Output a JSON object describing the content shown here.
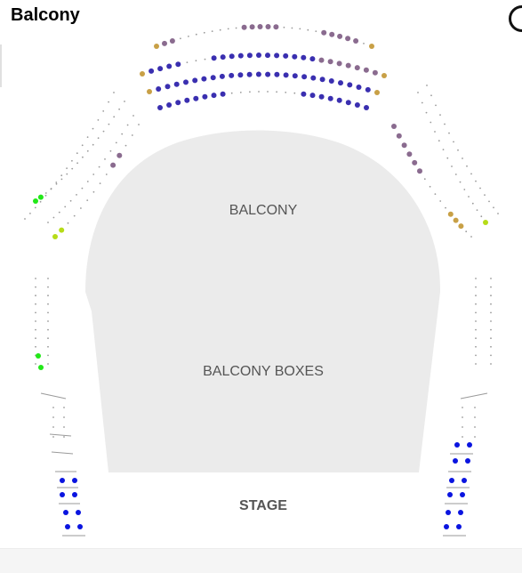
{
  "header": {
    "title": "Balcony"
  },
  "map": {
    "labels": {
      "balcony": "BALCONY",
      "balcony_boxes": "BALCONY BOXES",
      "stage": "STAGE"
    },
    "colors": {
      "floor": "#ebebeb",
      "unavailable": "#9a9a9a",
      "navy": "#3a2fb0",
      "blue": "#0a14e0",
      "mauve": "#8a6b8f",
      "gold": "#c8a046",
      "green": "#22e818",
      "yellow_green": "#b6dc18"
    },
    "icons": {
      "top_right": "circle-icon"
    }
  }
}
